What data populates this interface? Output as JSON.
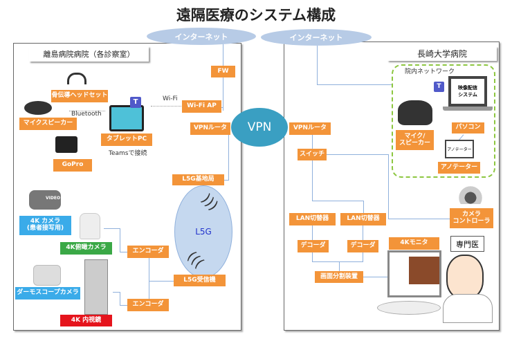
{
  "title": "遠隔医療のシステム構成",
  "internet_left": "インターネット",
  "internet_right": "インターネット",
  "vpn": "VPN",
  "left": {
    "label": "離島病院病院（各診察室）",
    "fw": "FW",
    "wifi_ap": "Wi-Fi AP",
    "vpn_router": "VPNルータ",
    "l5g_base": "L5G基地局",
    "l5g": "L5G",
    "l5g_receiver": "L5G受信機",
    "encoder1": "エンコーダ",
    "encoder2": "エンコーダ",
    "headset": "骨伝導ヘッドセット",
    "mic_speaker": "マイクスピーカー",
    "tablet": "タブレットPC",
    "gopro": "GoPro",
    "teams_note": "Teamsで接続",
    "bluetooth": "Bluetooth",
    "wifi": "Wi-Fi",
    "camera_4k_line1": "4K カメラ",
    "camera_4k_line2": "(患者接写用)",
    "overview_camera": "4K俯瞰カメラ",
    "dermoscope": "ダーモスコープカメラ",
    "endoscope": "4K 内視鏡",
    "video_badge": "VIDEO"
  },
  "right": {
    "label": "長崎大学病院",
    "network_label": "院内ネットワーク",
    "vpn_router": "VPNルータ",
    "switch": "スイッチ",
    "lan1": "LAN切替器",
    "lan2": "LAN切替器",
    "decoder1": "デコーダ",
    "decoder2": "デコーダ",
    "splitter": "画面分割装置",
    "monitor": "4Kモニタ",
    "specialist": "専門医",
    "pc": "パソコン",
    "mic_speaker_line1": "マイク/",
    "mic_speaker_line2": "スピーカー",
    "annotator": "アノテーター",
    "annotator_screen": "アノテーター",
    "camera_ctrl_line1": "カメラ",
    "camera_ctrl_line2": "コントローラ",
    "video_system_line1": "映像配信",
    "video_system_line2": "システム"
  },
  "colors": {
    "orange": "#f39439",
    "blue": "#3aabe9",
    "green": "#3aa846",
    "red": "#e5141c",
    "vpn": "#3a9fc2",
    "internet": "#b7cbe6",
    "network_border": "#8cc63f"
  }
}
